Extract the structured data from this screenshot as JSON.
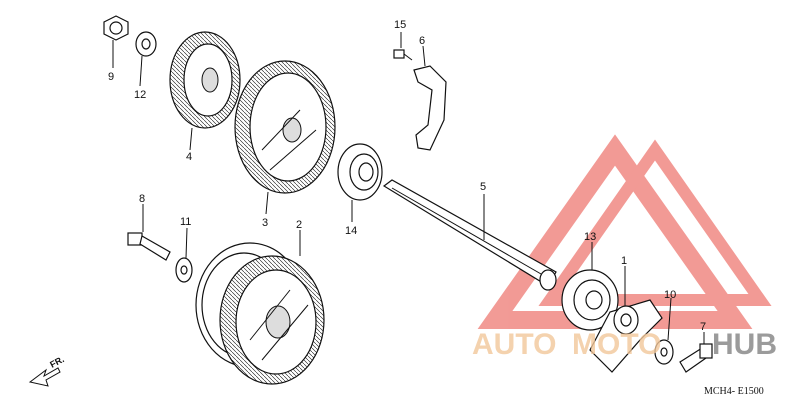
{
  "diagram_code": "MCH4- E1500",
  "direction_label": "FR.",
  "watermark": {
    "part1": "AUTO",
    "part2": "MOTO",
    "part3": "HUB",
    "accent_color": "#e8483f",
    "secondary_color": "#f2c79a",
    "dark_color": "#4a4a4a"
  },
  "callouts": [
    {
      "id": "1",
      "label": "1"
    },
    {
      "id": "2",
      "label": "2"
    },
    {
      "id": "3",
      "label": "3"
    },
    {
      "id": "4",
      "label": "4"
    },
    {
      "id": "5",
      "label": "5"
    },
    {
      "id": "6",
      "label": "6"
    },
    {
      "id": "7",
      "label": "7"
    },
    {
      "id": "8",
      "label": "8"
    },
    {
      "id": "9",
      "label": "9"
    },
    {
      "id": "10",
      "label": "10"
    },
    {
      "id": "11",
      "label": "11"
    },
    {
      "id": "12",
      "label": "12"
    },
    {
      "id": "13",
      "label": "13"
    },
    {
      "id": "14",
      "label": "14"
    },
    {
      "id": "15",
      "label": "15"
    }
  ]
}
